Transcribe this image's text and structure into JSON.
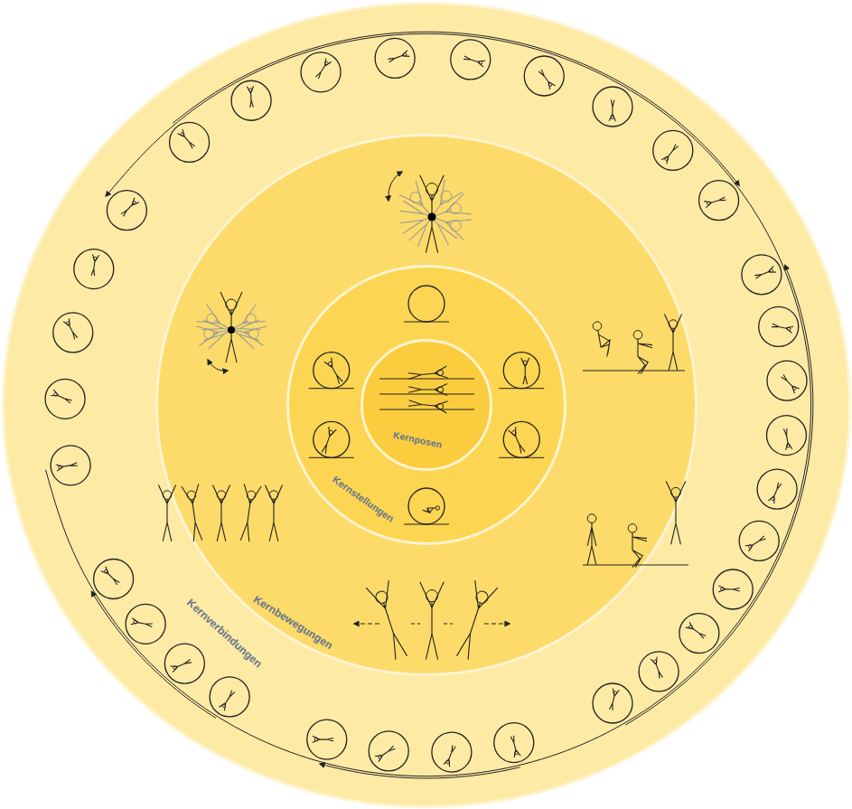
{
  "diagram": {
    "nodes": [
      {
        "text": [
          "Kernverbindungen"
        ]
      },
      {
        "text": [
          "Kernbewegungen"
        ],
        "in": 0
      },
      {
        "text": [
          "Kernstellungen"
        ],
        "in": 1
      },
      {
        "text": [
          "Kernposen"
        ],
        "in": 2
      }
    ]
  }
}
